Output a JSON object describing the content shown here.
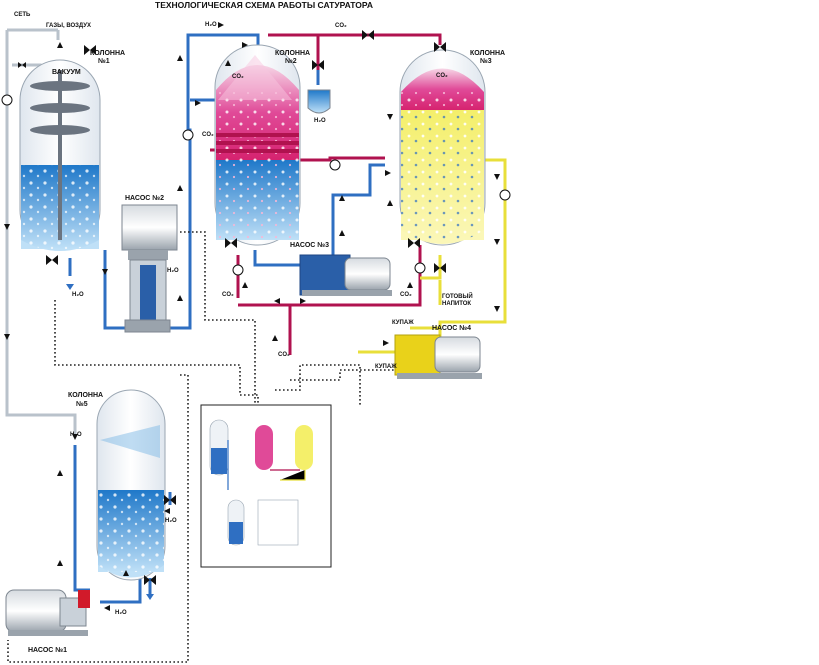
{
  "title": "ТЕХНОЛОГИЧЕСКАЯ СХЕМА РАБОТЫ САТУРАТОРА",
  "labels": {
    "net": "СЕТЬ",
    "gases_air": "ГАЗЫ, ВОЗДУХ",
    "column1": [
      "КОЛОННА",
      "№1"
    ],
    "column2": [
      "КОЛОННА",
      "№2"
    ],
    "column3": [
      "КОЛОННА",
      "№3"
    ],
    "column5": [
      "КОЛОННА",
      "№5"
    ],
    "vacuum": "ВАКУУМ",
    "pump1": "НАСОС №1",
    "pump2": "НАСОС №2",
    "pump3": "НАСОС №3",
    "pump4": "НАСОС №4",
    "h2o": "H₂O",
    "co2": "CO₂",
    "finished_drink": [
      "ГОТОВЫЙ",
      "НАПИТОК"
    ],
    "coupage": "КУПАЖ"
  },
  "colors": {
    "water": "#2f6fc2",
    "co2": "#b0124f",
    "drink": "#e8df3a",
    "gas": "#b9c2cb",
    "pump_blue": "#2a5fa8",
    "pump_yellow": "#e9d21a",
    "vessel_bg": "#eef2f6"
  },
  "icons": [
    "valve-icon",
    "check-valve-icon",
    "flow-arrow-icon",
    "pump-icon",
    "drain-arrow-icon"
  ]
}
